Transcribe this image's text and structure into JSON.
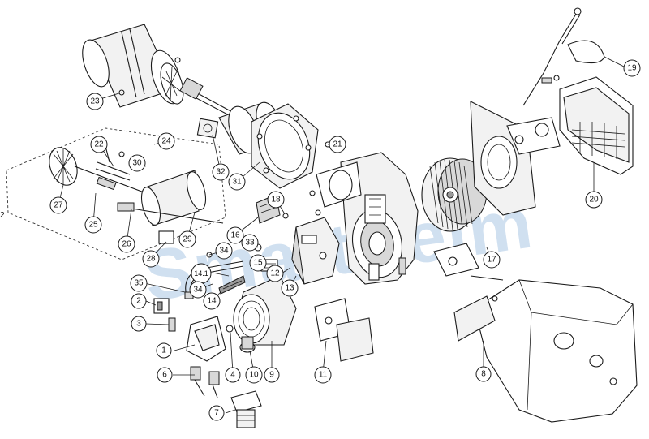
{
  "watermark": "SmartHelm",
  "edge_text": "2",
  "callouts": [
    {
      "id": "c1",
      "label": "1"
    },
    {
      "id": "c2",
      "label": "2"
    },
    {
      "id": "c3",
      "label": "3"
    },
    {
      "id": "c4",
      "label": "4"
    },
    {
      "id": "c6",
      "label": "6"
    },
    {
      "id": "c7",
      "label": "7"
    },
    {
      "id": "c8",
      "label": "8"
    },
    {
      "id": "c9",
      "label": "9"
    },
    {
      "id": "c10",
      "label": "10"
    },
    {
      "id": "c11",
      "label": "11"
    },
    {
      "id": "c12",
      "label": "12"
    },
    {
      "id": "c13",
      "label": "13"
    },
    {
      "id": "c14",
      "label": "14"
    },
    {
      "id": "c14_1",
      "label": "14.1"
    },
    {
      "id": "c15",
      "label": "15"
    },
    {
      "id": "c16",
      "label": "16"
    },
    {
      "id": "c17",
      "label": "17"
    },
    {
      "id": "c18",
      "label": "18"
    },
    {
      "id": "c19",
      "label": "19"
    },
    {
      "id": "c20",
      "label": "20"
    },
    {
      "id": "c21",
      "label": "21"
    },
    {
      "id": "c22",
      "label": "22"
    },
    {
      "id": "c23",
      "label": "23"
    },
    {
      "id": "c24",
      "label": "24"
    },
    {
      "id": "c25",
      "label": "25"
    },
    {
      "id": "c26",
      "label": "26"
    },
    {
      "id": "c27",
      "label": "27"
    },
    {
      "id": "c28",
      "label": "28"
    },
    {
      "id": "c29",
      "label": "29"
    },
    {
      "id": "c30",
      "label": "30"
    },
    {
      "id": "c31",
      "label": "31"
    },
    {
      "id": "c32",
      "label": "32"
    },
    {
      "id": "c33",
      "label": "33"
    },
    {
      "id": "c34a",
      "label": "34"
    },
    {
      "id": "c34b",
      "label": "34"
    },
    {
      "id": "c35",
      "label": "35"
    }
  ]
}
